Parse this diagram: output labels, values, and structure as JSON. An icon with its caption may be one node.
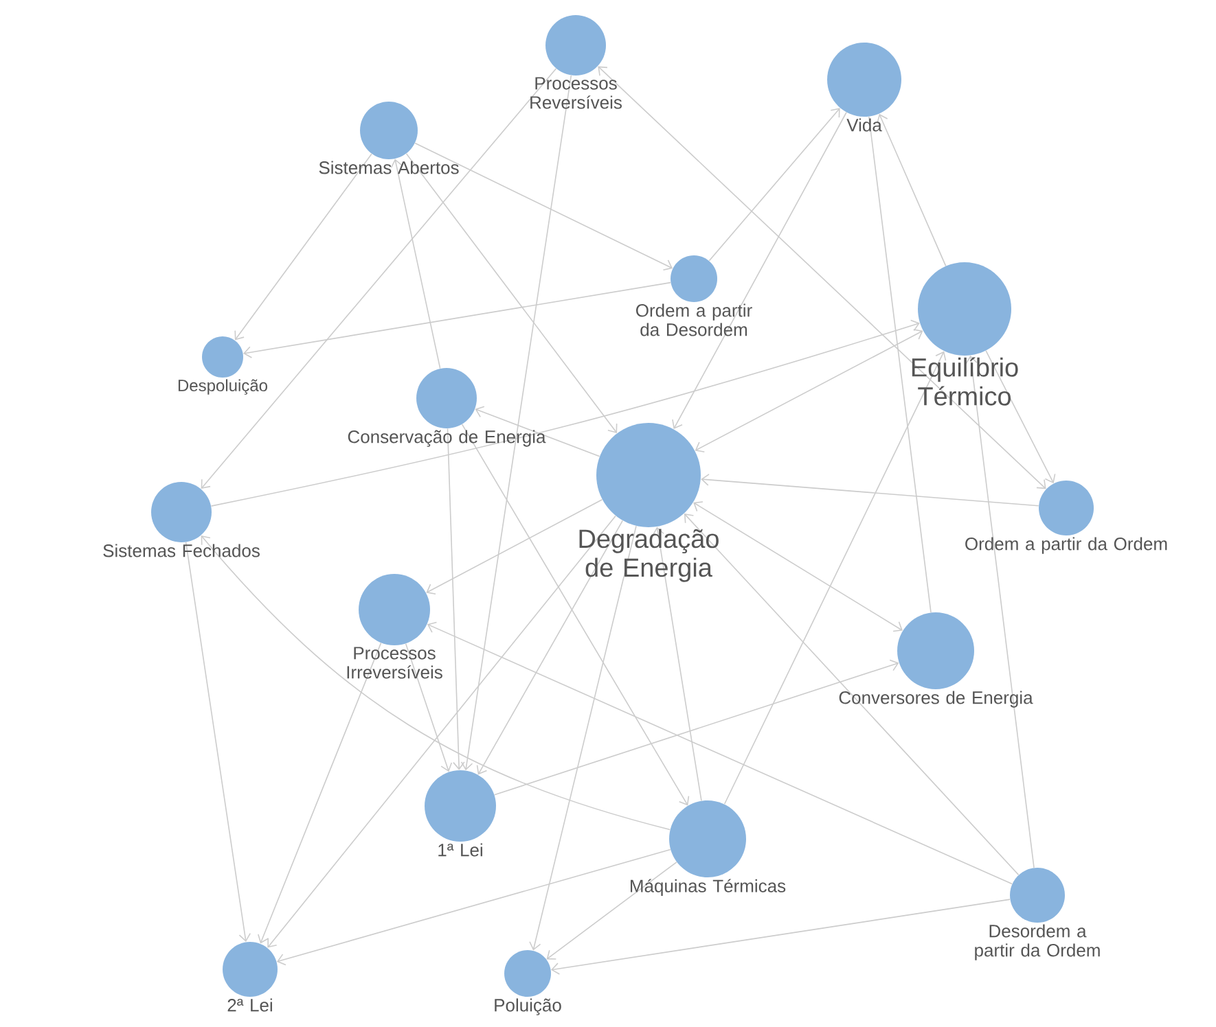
{
  "diagram": {
    "nodes": [
      {
        "text": [
          "Processos Reversíveis"
        ]
      },
      {
        "text": [
          "Vida"
        ]
      },
      {
        "text": [
          "Sistemas Abertos"
        ]
      },
      {
        "text": [
          "Ordem a partir da Desordem"
        ]
      },
      {
        "text": [
          "Equilíbrio Térmico"
        ]
      },
      {
        "text": [
          "Despoluição"
        ]
      },
      {
        "text": [
          "Conservação de Energia"
        ]
      },
      {
        "text": [
          "Degradação de Energia"
        ]
      },
      {
        "text": [
          "Ordem a partir da Ordem"
        ]
      },
      {
        "text": [
          "Sistemas Fechados"
        ]
      },
      {
        "text": [
          "Processos Irreversíveis"
        ]
      },
      {
        "text": [
          "Conversores de Energia"
        ]
      },
      {
        "text": [
          "1ª Lei"
        ]
      },
      {
        "text": [
          "Máquinas Térmicas"
        ]
      },
      {
        "text": [
          "Desordem a partir da Ordem"
        ]
      },
      {
        "text": [
          "2ª Lei"
        ]
      },
      {
        "text": [
          "Poluição"
        ]
      }
    ],
    "edges": [
      {
        "from": 2,
        "to": 5,
        "arrow": "to"
      },
      {
        "from": 2,
        "to": 3,
        "arrow": "to"
      },
      {
        "from": 6,
        "to": 2,
        "arrow": "to"
      },
      {
        "from": 2,
        "to": 7,
        "arrow": "to"
      },
      {
        "from": 0,
        "to": 9,
        "arrow": "to"
      },
      {
        "from": 0,
        "to": 12,
        "arrow": "to"
      },
      {
        "from": 0,
        "to": 8,
        "arrow": "both"
      },
      {
        "from": 3,
        "to": 1,
        "arrow": "to"
      },
      {
        "from": 3,
        "to": 5,
        "arrow": "to"
      },
      {
        "from": 1,
        "to": 7,
        "arrow": "to"
      },
      {
        "from": 1,
        "to": 11,
        "arrow": "none"
      },
      {
        "from": 4,
        "to": 1,
        "arrow": "to"
      },
      {
        "from": 7,
        "to": 4,
        "arrow": "both"
      },
      {
        "from": 9,
        "to": 4,
        "arrow": "to"
      },
      {
        "from": 8,
        "to": 7,
        "arrow": "to"
      },
      {
        "from": 4,
        "to": 8,
        "arrow": "to"
      },
      {
        "from": 7,
        "to": 11,
        "arrow": "both"
      },
      {
        "from": 12,
        "to": 11,
        "arrow": "to"
      },
      {
        "from": 7,
        "to": 10,
        "arrow": "to"
      },
      {
        "from": 7,
        "to": 6,
        "arrow": "to"
      },
      {
        "from": 6,
        "to": 12,
        "arrow": "to"
      },
      {
        "from": 10,
        "to": 12,
        "arrow": "to"
      },
      {
        "from": 7,
        "to": 12,
        "arrow": "to"
      },
      {
        "from": 10,
        "to": 15,
        "arrow": "to"
      },
      {
        "from": 7,
        "to": 15,
        "arrow": "to"
      },
      {
        "from": 9,
        "to": 15,
        "arrow": "to"
      },
      {
        "from": 13,
        "to": 15,
        "arrow": "to"
      },
      {
        "from": 13,
        "to": 16,
        "arrow": "to"
      },
      {
        "from": 14,
        "to": 16,
        "arrow": "to"
      },
      {
        "from": 7,
        "to": 16,
        "arrow": "to"
      },
      {
        "from": 13,
        "to": 9,
        "arrow": "to"
      },
      {
        "from": 14,
        "to": 10,
        "arrow": "to"
      },
      {
        "from": 6,
        "to": 13,
        "arrow": "to"
      },
      {
        "from": 13,
        "to": 4,
        "arrow": "to"
      },
      {
        "from": 13,
        "to": 7,
        "arrow": "to"
      },
      {
        "from": 14,
        "to": 4,
        "arrow": "to"
      },
      {
        "from": 14,
        "to": 7,
        "arrow": "to"
      }
    ]
  }
}
